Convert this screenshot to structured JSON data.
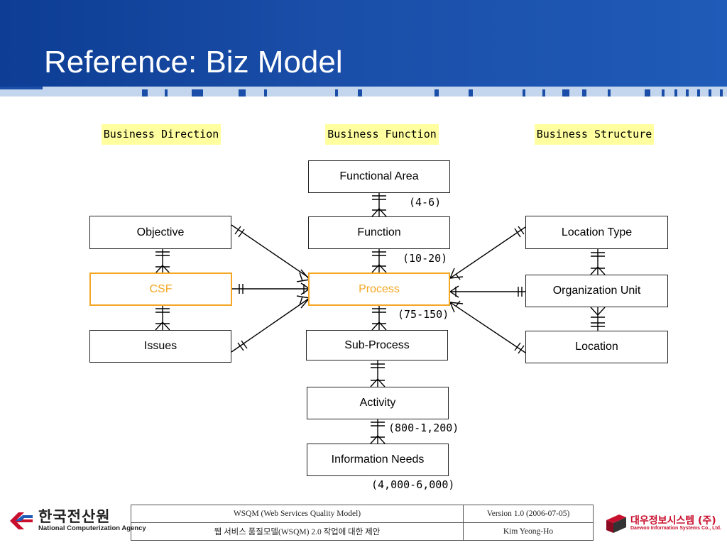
{
  "title": "Reference: Biz Model",
  "categories": {
    "direction": "Business Direction",
    "function": "Business Function",
    "structure": "Business Structure"
  },
  "entities": {
    "functional_area": "Functional Area",
    "function": "Function",
    "process": "Process",
    "sub_process": "Sub-Process",
    "activity": "Activity",
    "information_needs": "Information Needs",
    "objective": "Objective",
    "csf": "CSF",
    "issues": "Issues",
    "location_type": "Location Type",
    "organization_unit": "Organization Unit",
    "location": "Location"
  },
  "cardinalities": {
    "functional_area": "(4-6)",
    "function": "(10-20)",
    "process": "(75-150)",
    "activity": "(800-1,200)",
    "information_needs": "(4,000-6,000)"
  },
  "footer": {
    "row1_left": "WSQM (Web Services Quality Model)",
    "row1_right": "Version 1.0 (2006-07-05)",
    "row2_left": "웹 서비스 품질모델(WSQM) 2.0 작업에 대한 제안",
    "row2_right": "Kim Yeong-Ho"
  },
  "logos": {
    "left_name": "한국전산원",
    "left_subtitle": "National Computerization Agency",
    "right_name": "대우정보시스템 (주)",
    "right_subtitle": "Daewoo Information Systems Co., Ltd."
  },
  "colors": {
    "header_bg": "#1a4ea8",
    "highlight": "#f5a623",
    "label_bg": "#ffffa0",
    "brand_red": "#c8102e"
  }
}
